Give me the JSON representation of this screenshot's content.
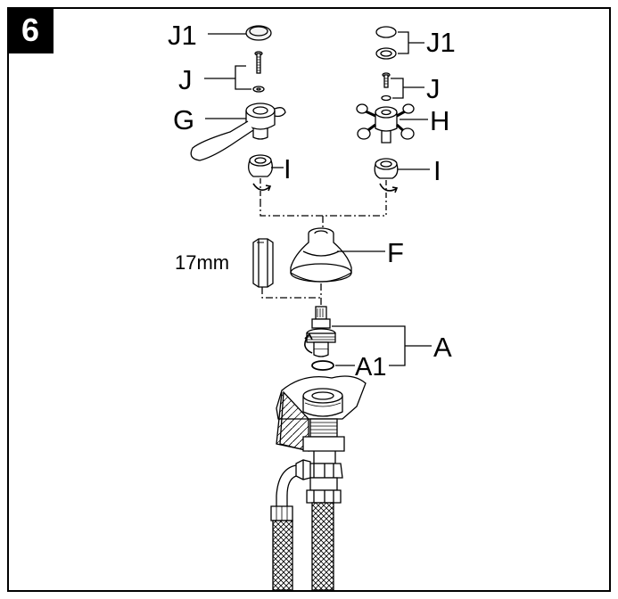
{
  "step_number": "6",
  "labels": {
    "j1_left": "J1",
    "j_left": "J",
    "g": "G",
    "i_left": "I",
    "j1_right": "J1",
    "j_right": "J",
    "h": "H",
    "i_right": "I",
    "f": "F",
    "wrench_size": "17mm",
    "a": "A",
    "a1": "A1"
  }
}
